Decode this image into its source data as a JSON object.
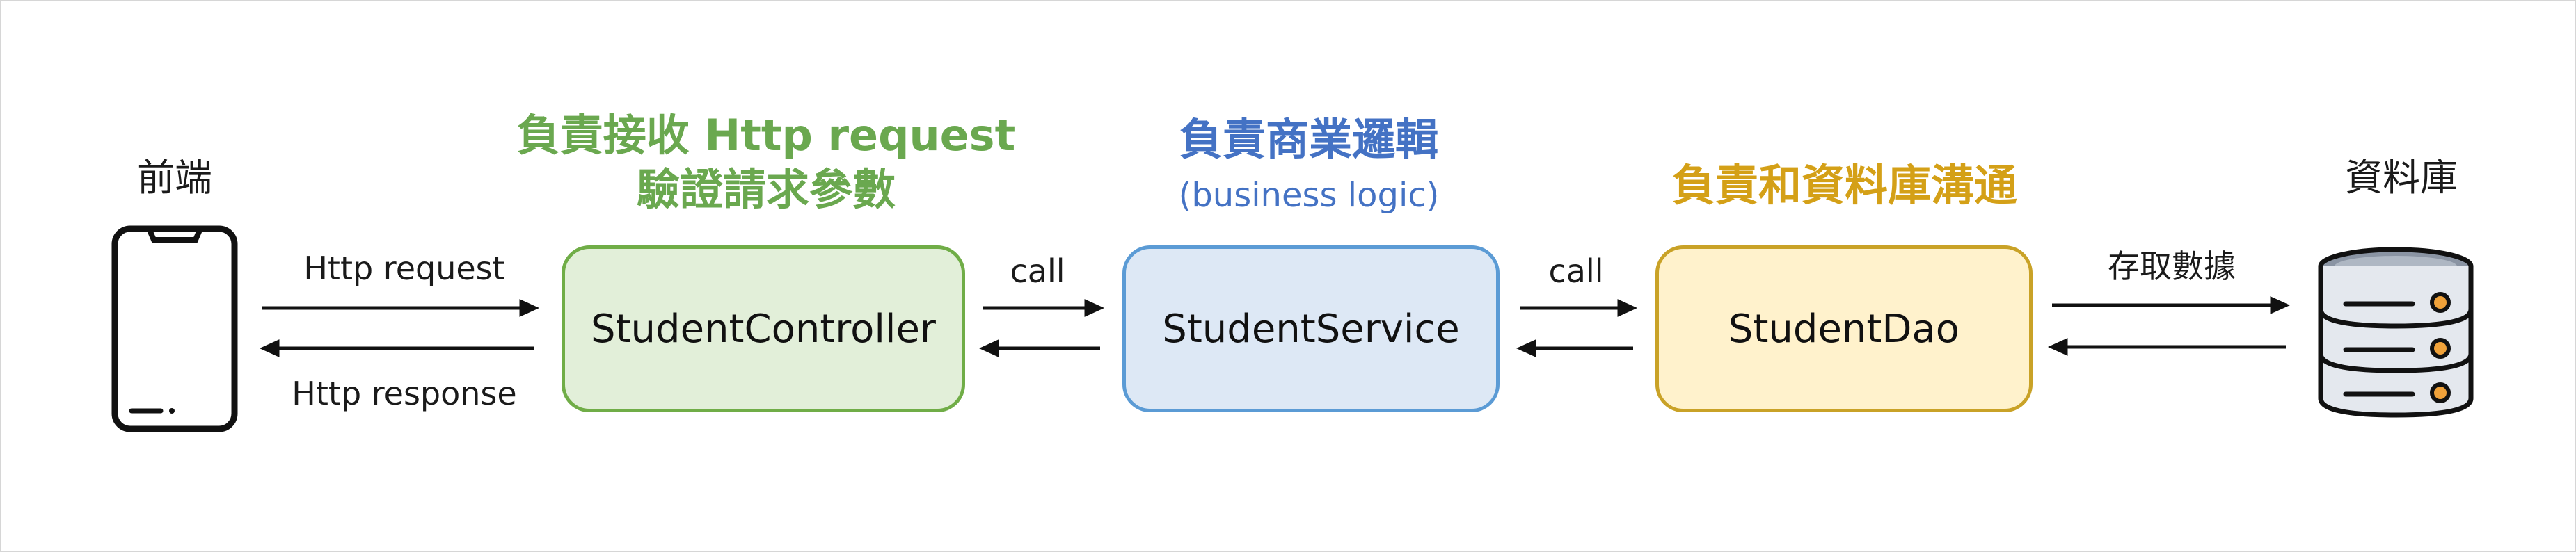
{
  "frontend": {
    "label": "前端"
  },
  "controller": {
    "responsibility_line1": "負責接收 Http request",
    "responsibility_line2": "驗證請求參數",
    "name": "StudentController"
  },
  "service": {
    "responsibility": "負責商業邏輯",
    "responsibility_en": "(business logic)",
    "name": "StudentService"
  },
  "dao": {
    "responsibility": "負責和資料庫溝通",
    "name": "StudentDao"
  },
  "database": {
    "label": "資料庫"
  },
  "arrows": {
    "http_request": "Http request",
    "http_response": "Http response",
    "call_1": "call",
    "call_2": "call",
    "data_access": "存取數據"
  },
  "colors": {
    "controller_fill": "#e2efd9",
    "controller_border": "#70ad47",
    "controller_text": "#6aa84f",
    "service_fill": "#dde8f5",
    "service_border": "#5b9bd5",
    "service_text": "#4472c4",
    "dao_fill": "#fff2cc",
    "dao_border": "#c9a227",
    "dao_text": "#d4a017"
  }
}
